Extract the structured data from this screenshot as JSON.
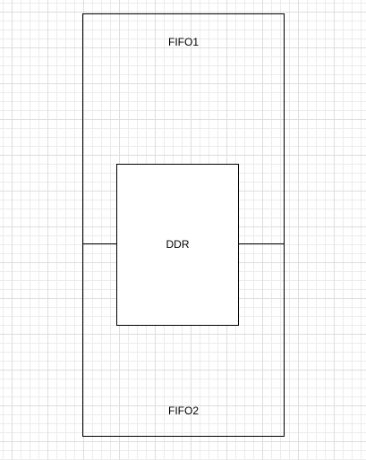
{
  "diagram": {
    "outer_block": {
      "top_label": "FIFO1",
      "bottom_label": "FIFO2"
    },
    "inner_block": {
      "label": "DDR"
    },
    "colors": {
      "stroke": "#000000",
      "background": "#ffffff",
      "grid": "#ececec"
    }
  }
}
